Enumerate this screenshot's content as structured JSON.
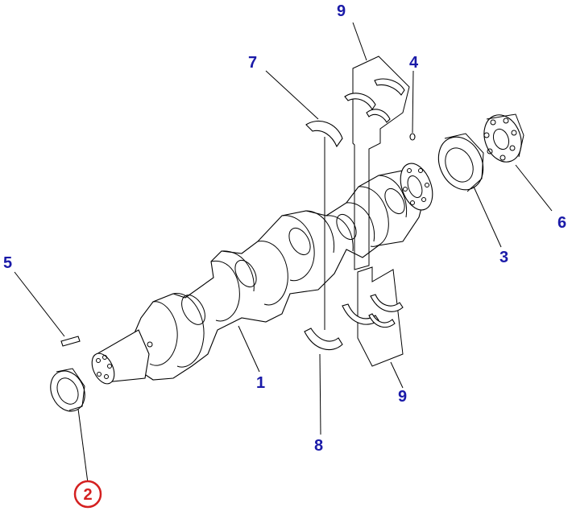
{
  "callouts": {
    "c1": "1",
    "c2": "2",
    "c3": "3",
    "c4": "4",
    "c5": "5",
    "c6": "6",
    "c7": "7",
    "c8": "8",
    "c9_top": "9",
    "c9_bottom": "9"
  },
  "colors": {
    "callout": "#1a1aa8",
    "highlight": "#d42020",
    "line": "#000000"
  }
}
